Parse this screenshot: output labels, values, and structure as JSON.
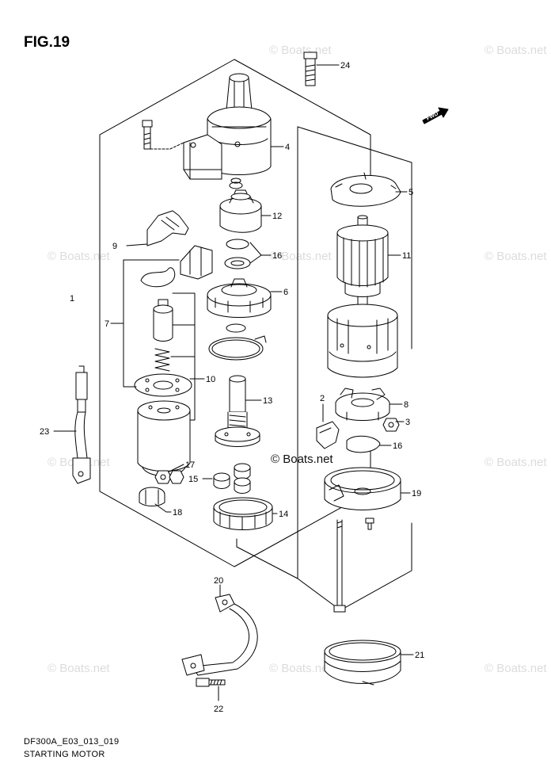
{
  "figure": {
    "title": "FIG.19",
    "code": "DF300A_E03_013_019",
    "caption": "STARTING MOTOR"
  },
  "watermark": {
    "text": "© Boats.net"
  },
  "direction_marker": {
    "label": "FWD"
  },
  "callouts": [
    {
      "id": "c1",
      "label": "1"
    },
    {
      "id": "c2",
      "label": "2"
    },
    {
      "id": "c3",
      "label": "3"
    },
    {
      "id": "c4",
      "label": "4"
    },
    {
      "id": "c5",
      "label": "5"
    },
    {
      "id": "c6",
      "label": "6"
    },
    {
      "id": "c7",
      "label": "7"
    },
    {
      "id": "c8",
      "label": "8"
    },
    {
      "id": "c9",
      "label": "9"
    },
    {
      "id": "c10",
      "label": "10"
    },
    {
      "id": "c11",
      "label": "11"
    },
    {
      "id": "c12",
      "label": "12"
    },
    {
      "id": "c13",
      "label": "13"
    },
    {
      "id": "c14",
      "label": "14"
    },
    {
      "id": "c15",
      "label": "15"
    },
    {
      "id": "c16a",
      "label": "16"
    },
    {
      "id": "c16b",
      "label": "16"
    },
    {
      "id": "c17",
      "label": "17"
    },
    {
      "id": "c18",
      "label": "18"
    },
    {
      "id": "c19",
      "label": "19"
    },
    {
      "id": "c20",
      "label": "20"
    },
    {
      "id": "c21",
      "label": "21"
    },
    {
      "id": "c22",
      "label": "22"
    },
    {
      "id": "c23",
      "label": "23"
    },
    {
      "id": "c24",
      "label": "24"
    }
  ]
}
